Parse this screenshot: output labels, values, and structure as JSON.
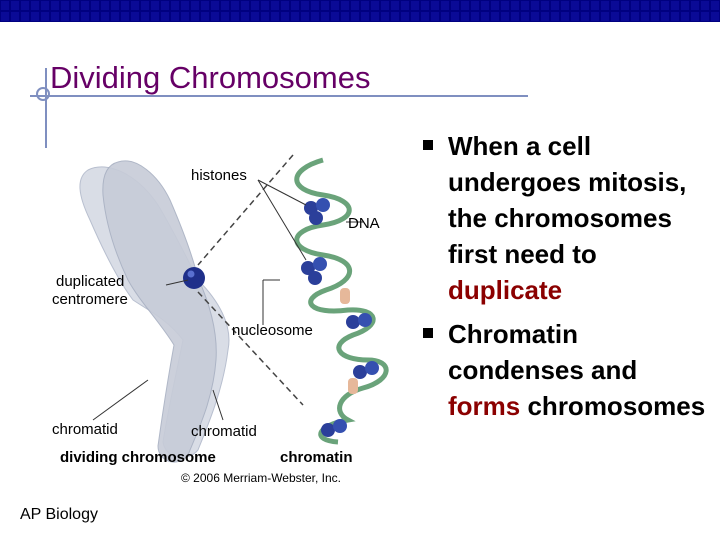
{
  "slide": {
    "title": "Dividing Chromosomes",
    "footer": "AP Biology"
  },
  "figure": {
    "labels": {
      "histones": "histones",
      "dna": "DNA",
      "duplicated": "duplicated",
      "centromere": "centromere",
      "nucleosome": "nucleosome",
      "chromatid_left": "chromatid",
      "chromatid_right": "chromatid",
      "dividing_chromosome": "dividing chromosome",
      "chromatin": "chromatin",
      "copyright": "© 2006 Merriam-Webster, Inc."
    }
  },
  "bullets": [
    {
      "text": "When a cell undergoes mitosis, the chromosomes first need to ",
      "highlight": "duplicate",
      "after": ""
    },
    {
      "text": "Chromatin condenses and ",
      "highlight": "forms",
      "after": " chromosomes"
    }
  ],
  "colors": {
    "top_bar": "#000080",
    "title": "#660066",
    "highlight": "#8b0000",
    "decor": "#7f8fc0"
  }
}
